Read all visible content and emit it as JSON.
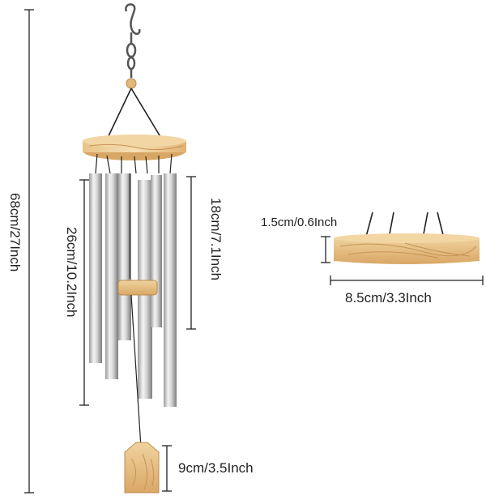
{
  "measurements": {
    "total_length": "68cm/27Inch",
    "long_tube": "26cm/10.2Inch",
    "short_tube": "18cm/7.1Inch",
    "base_thickness": "1.5cm/0.6Inch",
    "base_diameter": "8.5cm/3.3Inch",
    "wind_catcher": "9cm/3.5Inch"
  },
  "colors": {
    "wood": "#e2b77a",
    "wood_grain": "#c8935a",
    "metal_light": "#f0f0f0",
    "metal_dark": "#8e8e8e",
    "line": "#222222"
  },
  "icons": {
    "hook": "s-hook-icon",
    "chime": "wind-chime-illustration"
  }
}
